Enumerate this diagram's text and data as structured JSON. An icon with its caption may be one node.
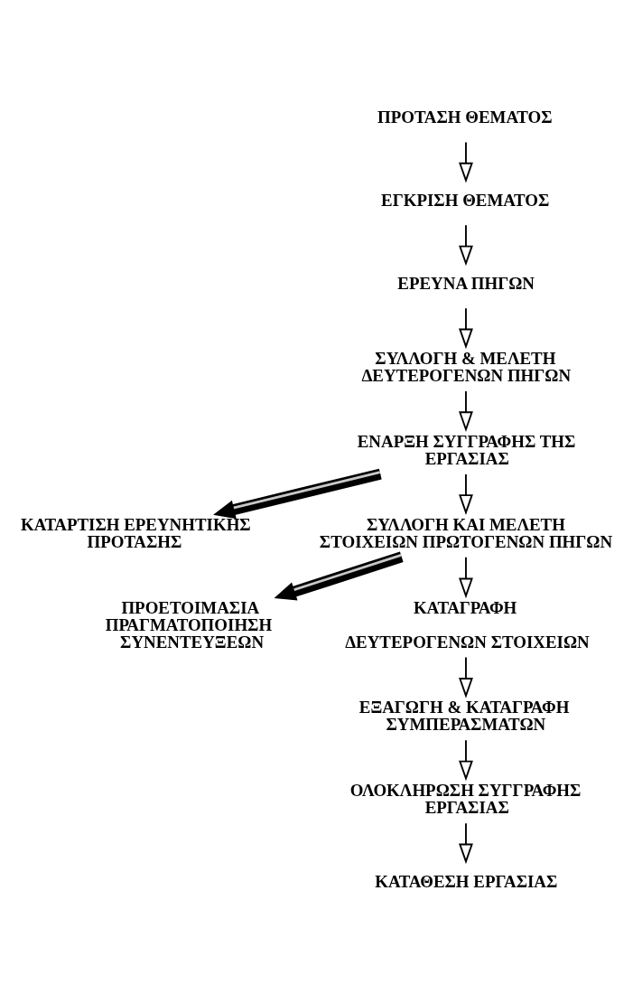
{
  "diagram": {
    "nodes": [
      {
        "text": [
          "ΠΡΟΤΑΣΗ ΘΕΜΑΤΟΣ"
        ]
      },
      {
        "text": [
          "ΕΓΚΡΙΣΗ ΘΕΜΑΤΟΣ"
        ]
      },
      {
        "text": [
          "ΕΡΕΥΝΑ ΠΗΓΩΝ"
        ]
      },
      {
        "text": [
          "ΣΥΛΛΟΓΗ & ΜΕΛΕΤΗ ΔΕΥΤΕΡΟΓΕΝΩΝ ΠΗΓΩΝ"
        ]
      },
      {
        "text": [
          "ΕΝΑΡΞΗ ΣΥΓΓΡΑΦΗΣ ΤΗΣ ΕΡΓΑΣΙΑΣ"
        ]
      },
      {
        "text": [
          "ΚΑΤΑΡΤΙΣΗ ΕΡΕΥΝΗΤΙΚΗΣ ΠΡΟΤΑΣΗΣ"
        ]
      },
      {
        "text": [
          "ΣΥΛΛΟΓΗ ΚΑΙ ΜΕΛΕΤΗ ΣΤΟΙΧΕΙΩΝ ΠΡΩΤΟΓΕΝΩΝ ΠΗΓΩΝ"
        ]
      },
      {
        "text": [
          "ΠΡΟΕΤΟΙΜΑΣΙΑ ΠΡΑΓΜΑΤΟΠΟΙΗΣΗ ΣΥΝΕΝΤΕΥΞΕΩΝ"
        ]
      },
      {
        "text": [
          "ΚΑΤΑΓΡΑΦΗ",
          "ΔΕΥΤΕΡΟΓΕΝΩΝ ΣΤΟΙΧΕΙΩΝ"
        ]
      },
      {
        "text": [
          "ΕΞΑΓΩΓΗ & ΚΑΤΑΓΡΑΦΗ ΣΥΜΠΕΡΑΣΜΑΤΩΝ"
        ]
      },
      {
        "text": [
          "ΟΛΟΚΛΗΡΩΣΗ ΣΥΓΓΡΑΦΗΣ ΕΡΓΑΣΙΑΣ"
        ]
      },
      {
        "text": [
          "ΚΑΤΑΘΕΣΗ ΕΡΓΑΣΙΑΣ"
        ]
      }
    ],
    "edges": [
      {
        "from": 0,
        "to": 1,
        "arrow": "to"
      },
      {
        "from": 1,
        "to": 2,
        "arrow": "to"
      },
      {
        "from": 2,
        "to": 3,
        "arrow": "to"
      },
      {
        "from": 3,
        "to": 4,
        "arrow": "to"
      },
      {
        "from": 4,
        "to": 5,
        "arrow": "to",
        "style": "thick",
        "color": "#c8c8c8"
      },
      {
        "from": 4,
        "to": 6,
        "arrow": "to"
      },
      {
        "from": 6,
        "to": 7,
        "arrow": "to",
        "style": "thick",
        "color": "#c8c8c8"
      },
      {
        "from": 6,
        "to": 8,
        "arrow": "to"
      },
      {
        "from": 8,
        "to": 9,
        "arrow": "to"
      },
      {
        "from": 9,
        "to": 10,
        "arrow": "to"
      },
      {
        "from": 10,
        "to": 11,
        "arrow": "to"
      }
    ]
  }
}
